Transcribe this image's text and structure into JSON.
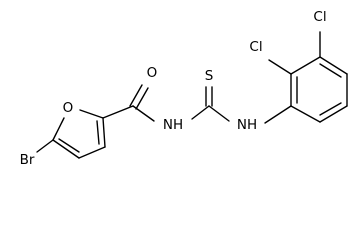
{
  "molecule": {
    "atom_labels": {
      "br": "Br",
      "o_ring": "O",
      "o_carbonyl": "O",
      "nh_amide": "NH",
      "s_thio": "S",
      "nh_aryl": "NH",
      "cl_ortho": "Cl",
      "cl_meta": "Cl"
    }
  }
}
